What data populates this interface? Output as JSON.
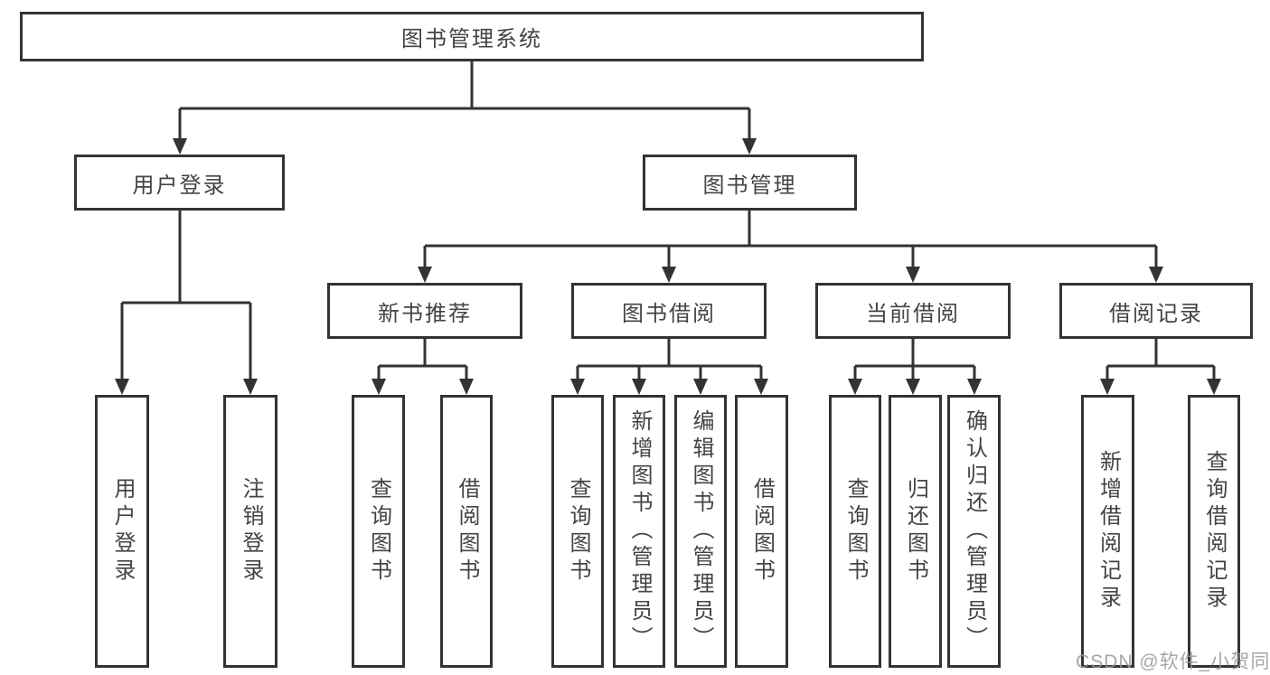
{
  "diagram": {
    "root": {
      "label": "图书管理系统"
    },
    "level2": [
      {
        "label": "用户登录"
      },
      {
        "label": "图书管理"
      }
    ],
    "level3": [
      {
        "label": "新书推荐"
      },
      {
        "label": "图书借阅"
      },
      {
        "label": "当前借阅"
      },
      {
        "label": "借阅记录"
      }
    ],
    "leaves": {
      "user_login": [
        {
          "label": "用户登录"
        },
        {
          "label": "注销登录"
        }
      ],
      "new_book": [
        {
          "label": "查询图书"
        },
        {
          "label": "借阅图书"
        }
      ],
      "book_borrow": [
        {
          "label": "查询图书"
        },
        {
          "label": "新增图书（管理员）"
        },
        {
          "label": "编辑图书（管理员）"
        },
        {
          "label": "借阅图书"
        }
      ],
      "current_borrow": [
        {
          "label": "查询图书"
        },
        {
          "label": "归还图书"
        },
        {
          "label": "确认归还（管理员）"
        }
      ],
      "borrow_record": [
        {
          "label": "新增借阅记录"
        },
        {
          "label": "查询借阅记录"
        }
      ]
    }
  },
  "watermark": {
    "text": "CSDN @软件_小贺同学"
  },
  "colors": {
    "line": "#333333",
    "box_border": "#333333",
    "text": "#444444",
    "watermark": "#969696",
    "background": "#ffffff"
  }
}
